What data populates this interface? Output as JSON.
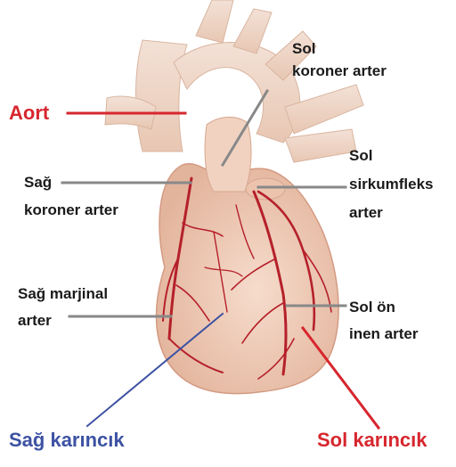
{
  "labels": {
    "aort": "Aort",
    "sol_koroner": [
      "Sol",
      "koroner arter"
    ],
    "sag_koroner": [
      "Sağ",
      "koroner arter"
    ],
    "sol_sirkumfleks": [
      "Sol",
      "sirkumfleks",
      "arter"
    ],
    "sag_marjinal": [
      "Sağ marjinal",
      "arter"
    ],
    "sol_on_inen": [
      "Sol ön",
      "inen arter"
    ],
    "sag_karincik": "Sağ karıncık",
    "sol_karincik": "Sol karıncık"
  },
  "colors": {
    "red_label": "#d7262e",
    "blue_label": "#3d52a3",
    "leader_gray": "#888888",
    "heart_tissue": "#efcdb8",
    "artery": "#b5202a"
  }
}
